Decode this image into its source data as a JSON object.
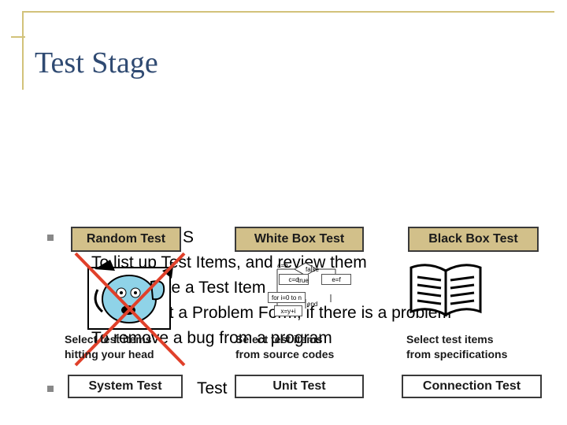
{
  "slide": {
    "title": "Test Stage",
    "bullets": [
      "S",
      "To list up Test Items, and review them",
      "ute a Test Item",
      "it a Problem Form, if there is a problem",
      "To remove a bug from a program",
      "Test"
    ]
  },
  "diagram": {
    "random_label": "Random Test",
    "white_label": "White Box Test",
    "black_label": "Black Box Test",
    "random_caption_1": "Select test items",
    "random_caption_2": "hitting your head",
    "white_caption_1": "Select test items",
    "white_caption_2": "from source codes",
    "black_caption_1": "Select test items",
    "black_caption_2": "from specifications",
    "system_label": "System Test",
    "unit_label": "Unit Test",
    "connection_label": "Connection Test",
    "flow": {
      "cond": "a=b",
      "false_lbl": "false",
      "true_lbl": "true",
      "box_cd": "c=d",
      "box_ef": "e=f",
      "loop": "for i=0 to n",
      "end_lbl": "end",
      "body": "x=y+i"
    }
  },
  "colors": {
    "title": "#2f4a72",
    "box_fill": "#d2c08a",
    "cross": "#e0402a",
    "frame": "#d2c27a"
  }
}
